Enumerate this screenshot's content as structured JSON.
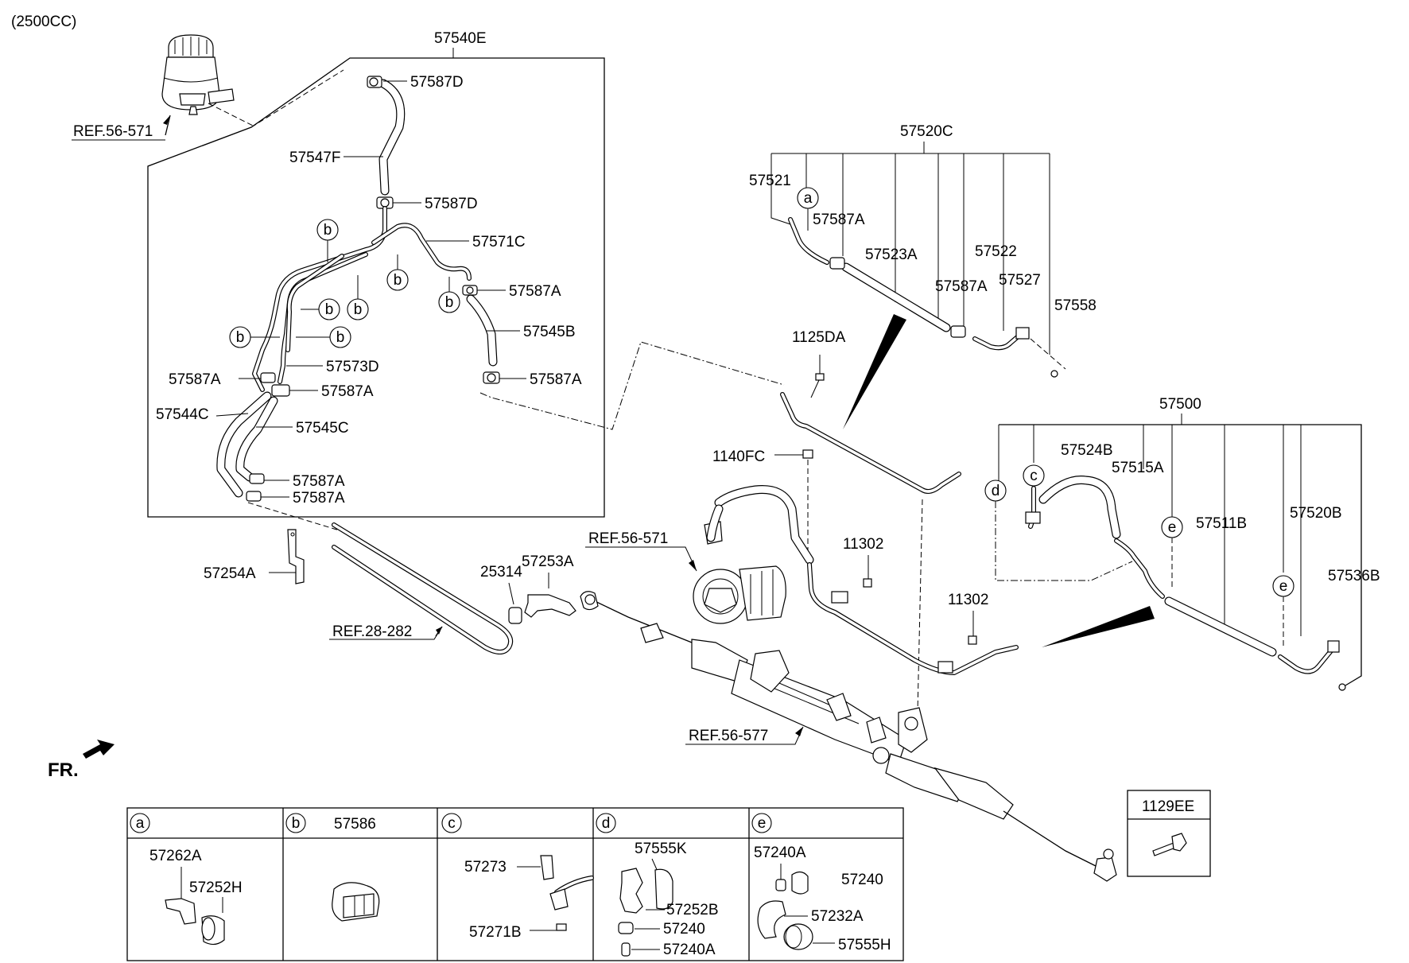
{
  "header": {
    "engine": "(2500CC)"
  },
  "orientation": {
    "front_label": "FR."
  },
  "callouts": {
    "c57540E": "57540E",
    "c57587D_1": "57587D",
    "c57547F": "57547F",
    "c57587D_2": "57587D",
    "c57571C": "57571C",
    "c57587A_1": "57587A",
    "c57545B": "57545B",
    "c57587A_2": "57587A",
    "c57587A_3": "57587A",
    "c57573D": "57573D",
    "c57587A_4": "57587A",
    "c57544C": "57544C",
    "c57545C": "57545C",
    "c57587A_5": "57587A",
    "c57587A_6": "57587A",
    "c57254A": "57254A",
    "c57520C": "57520C",
    "c57521": "57521",
    "c57587A_7": "57587A",
    "c57523A": "57523A",
    "c57522": "57522",
    "c57587A_8": "57587A",
    "c57527": "57527",
    "c57558": "57558",
    "c1125DA": "1125DA",
    "c1140FC": "1140FC",
    "c57500": "57500",
    "c57524B": "57524B",
    "c57515A": "57515A",
    "c57511B": "57511B",
    "c57520B": "57520B",
    "c57536B": "57536B",
    "c11302_1": "11302",
    "c11302_2": "11302",
    "c25314": "25314",
    "c57253A": "57253A"
  },
  "references": {
    "ref_reservoir": "REF.56-571",
    "ref_pump": "REF.56-571",
    "ref_cooler": "REF.28-282",
    "ref_gear": "REF.56-577"
  },
  "markers": {
    "a": "a",
    "b": "b",
    "c": "c",
    "d": "d",
    "e": "e"
  },
  "legend": {
    "panels": [
      {
        "key": "a",
        "title": "",
        "parts": [
          "57262A",
          "57252H"
        ]
      },
      {
        "key": "b",
        "title": "57586",
        "parts": []
      },
      {
        "key": "c",
        "title": "",
        "parts": [
          "57273",
          "57271B"
        ]
      },
      {
        "key": "d",
        "title": "",
        "parts": [
          "57555K",
          "57252B",
          "57240",
          "57240A"
        ]
      },
      {
        "key": "e",
        "title": "",
        "parts": [
          "57240A",
          "57240",
          "57232A",
          "57555H"
        ]
      }
    ],
    "bolt_box": {
      "title": "1129EE"
    }
  },
  "icons": [
    "reservoir-icon",
    "pump-icon",
    "steering-gear-icon",
    "bolt-icon",
    "front-arrow-icon"
  ]
}
